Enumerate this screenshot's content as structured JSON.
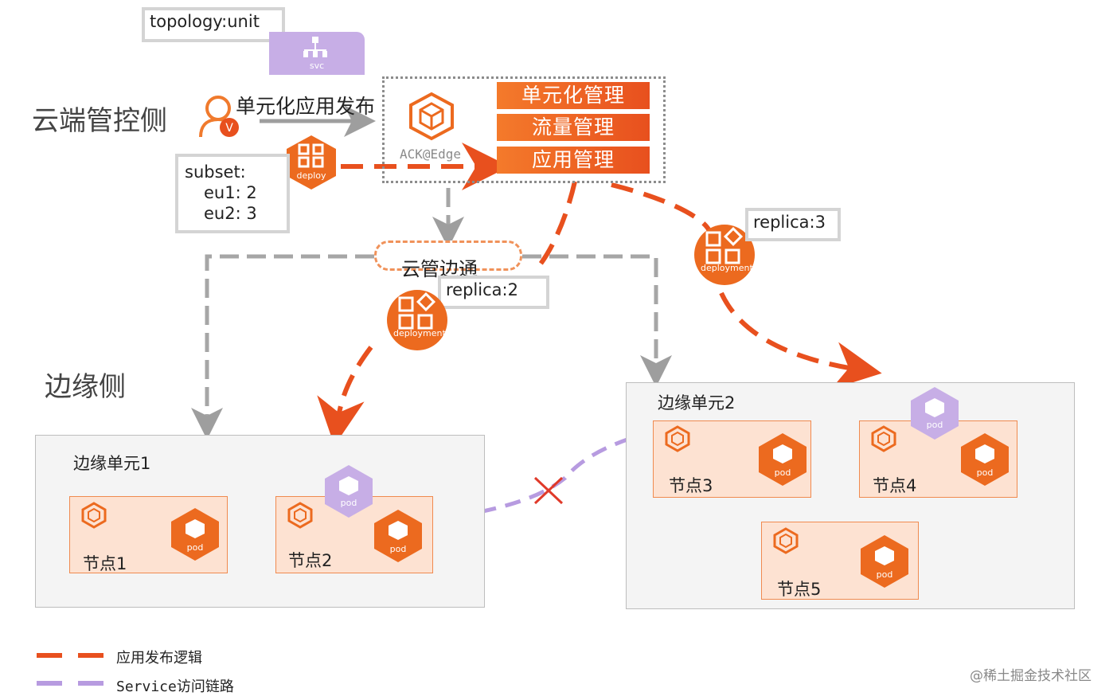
{
  "topology_label": "topology:unit",
  "svc_label": "svc",
  "cloud_side_title": "云端管控侧",
  "edge_side_title": "边缘侧",
  "publish_label": "单元化应用发布",
  "deploy_label": "deploy",
  "subset_box": {
    "line1": "subset:",
    "line2": "eu1: 2",
    "line3": "eu2: 3"
  },
  "ack_label": "ACK@Edge",
  "mgmt_items": [
    "单元化管理",
    "流量管理",
    "应用管理"
  ],
  "tunnel_label": "云管边通",
  "replica_left": "replica:2",
  "replica_right": "replica:3",
  "deployment_label": "deployment",
  "edge_units": [
    {
      "label": "边缘单元1"
    },
    {
      "label": "边缘单元2"
    }
  ],
  "nodes": [
    {
      "label": "节点1"
    },
    {
      "label": "节点2"
    },
    {
      "label": "节点3"
    },
    {
      "label": "节点4"
    },
    {
      "label": "节点5"
    }
  ],
  "pod_label": "pod",
  "legend": {
    "publish": "应用发布逻辑",
    "service": "Service访问链路"
  },
  "watermark": "@稀土掘金技术社区",
  "colors": {
    "orange": "#e8501e",
    "purple": "#b79be0",
    "gray": "#9e9e9e"
  }
}
